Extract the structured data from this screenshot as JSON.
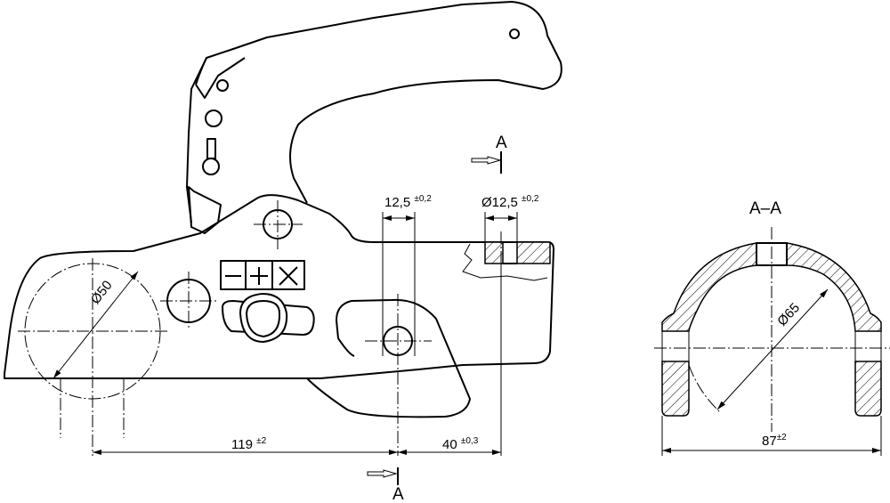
{
  "section_marker_top": "A",
  "section_marker_bottom": "A",
  "section_title": "A–A",
  "dimensions": {
    "slot_width": {
      "value": "12,5",
      "tolerance": "±0,2"
    },
    "hole_diameter": {
      "value": "Ø12,5",
      "tolerance": "±0,2"
    },
    "ball_diameter": {
      "value": "Ø50"
    },
    "length_main": {
      "value": "119",
      "tolerance": "±2"
    },
    "length_offset": {
      "value": "40",
      "tolerance": "±0,3"
    },
    "inner_diameter": {
      "value": "Ø65"
    },
    "overall_width": {
      "value": "87",
      "tolerance": "±2"
    }
  },
  "indicator_symbols": [
    "−",
    "+",
    "×"
  ]
}
